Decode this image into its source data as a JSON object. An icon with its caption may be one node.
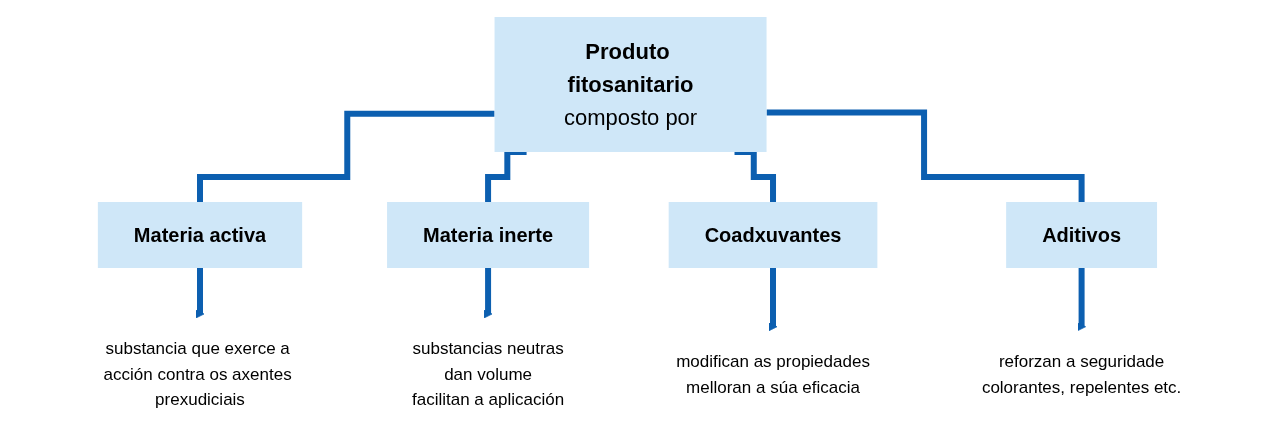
{
  "diagram": {
    "nodes": [
      {
        "text": [
          "Produto fitosanitario",
          "composto por"
        ]
      },
      {
        "text": [
          "Materia activa"
        ]
      },
      {
        "text": [
          "Materia inerte"
        ]
      },
      {
        "text": [
          "Coadxuvantes"
        ]
      },
      {
        "text": [
          "Aditivos"
        ]
      },
      {
        "text": [
          "substancia que exerce a acción contra os axentes prexudiciais"
        ]
      },
      {
        "text": [
          "substancias neutras",
          "dan volume",
          "facilitan a aplicación"
        ]
      },
      {
        "text": [
          "modifican as propiedades",
          "melloran a súa eficacia"
        ]
      },
      {
        "text": [
          "reforzan a seguridade",
          "colorantes, repelentes etc."
        ]
      }
    ],
    "edges": [
      {
        "from": 0,
        "to": 1,
        "arrow": "none"
      },
      {
        "from": 0,
        "to": 2,
        "arrow": "none"
      },
      {
        "from": 0,
        "to": 3,
        "arrow": "none"
      },
      {
        "from": 0,
        "to": 4,
        "arrow": "none"
      },
      {
        "from": 1,
        "to": 5,
        "arrow": "to"
      },
      {
        "from": 2,
        "to": 6,
        "arrow": "to"
      },
      {
        "from": 3,
        "to": 7,
        "arrow": "to"
      },
      {
        "from": 4,
        "to": 8,
        "arrow": "to"
      }
    ]
  }
}
